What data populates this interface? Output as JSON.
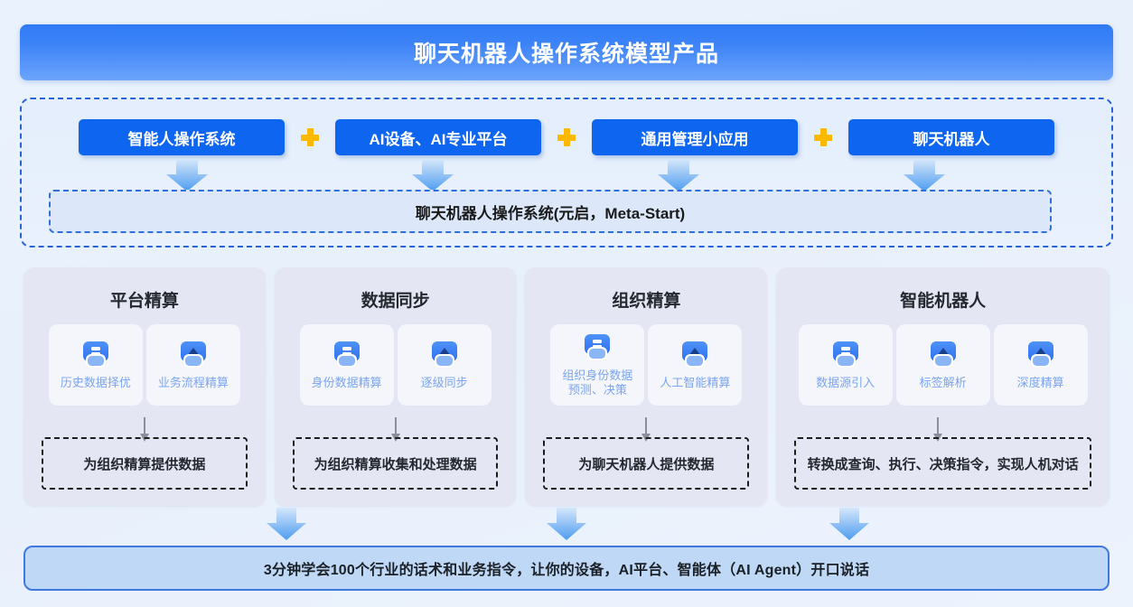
{
  "header": {
    "title": "聊天机器人操作系统模型产品"
  },
  "top_section": {
    "chips": [
      {
        "label": "智能人操作系统"
      },
      {
        "label": "AI设备、AI专业平台"
      },
      {
        "label": "通用管理小应用"
      },
      {
        "label": "聊天机器人"
      }
    ],
    "separators": [
      "+",
      "+",
      "+"
    ],
    "platform_band": "聊天机器人操作系统(元启，Meta-Start)"
  },
  "cards": [
    {
      "title": "平台精算",
      "tiles": [
        {
          "label": "历史数据择优",
          "icon": "database-icon"
        },
        {
          "label": "业务流程精算",
          "icon": "image-mountain-icon"
        }
      ],
      "note": "为组织精算提供数据"
    },
    {
      "title": "数据同步",
      "tiles": [
        {
          "label": "身份数据精算",
          "icon": "database-icon"
        },
        {
          "label": "逐级同步",
          "icon": "image-mountain-icon"
        }
      ],
      "note": "为组织精算收集和处理数据"
    },
    {
      "title": "组织精算",
      "tiles": [
        {
          "label": "组织身份数据\n预测、决策",
          "icon": "database-icon"
        },
        {
          "label": "人工智能精算",
          "icon": "image-mountain-icon"
        }
      ],
      "note": "为聊天机器人提供数据"
    },
    {
      "title": "智能机器人",
      "tiles": [
        {
          "label": "数据源引入",
          "icon": "database-icon"
        },
        {
          "label": "标签解析",
          "icon": "image-mountain-icon"
        },
        {
          "label": "深度精算",
          "icon": "image-mountain-icon"
        }
      ],
      "note": "转换成查询、执行、决策指令，实现人机对话"
    }
  ],
  "footer": {
    "text": "3分钟学会100个行业的话术和业务指令，让你的设备，AI平台、智能体（AI Agent）开口说话"
  },
  "colors": {
    "brand_blue": "#0e66f0",
    "title_gradient_start": "#2f7bf6",
    "title_gradient_end": "#6ba4fb",
    "accent_orange": "#fcb900",
    "card_bg": "#e4e7f3",
    "tile_bg": "#f4f6fb",
    "tile_label": "#7ba5f0",
    "footer_bg": "#bed8f6",
    "footer_border": "#3f79e0",
    "dashed_border": "#2563d6",
    "page_bg": "#eaf2fd"
  }
}
